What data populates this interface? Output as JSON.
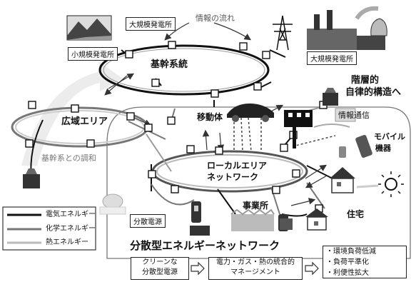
{
  "labels": {
    "large_plant_1": "大規模発電所",
    "info_flow": "情報の流れ",
    "small_plant": "小規模発電所",
    "large_plant_2": "大規模発電所",
    "backbone": "基幹系統",
    "hierarchical_1": "階層的",
    "hierarchical_2": "自律的構造へ",
    "wide_area": "広域エリア",
    "mobile_body": "移動体",
    "info_comm": "情報通信",
    "mobile_device_1": "モバイル",
    "mobile_device_2": "機器",
    "harmony": "基幹系との調和",
    "local_area_1": "ローカルエリア",
    "local_area_2": "ネットワーク",
    "office": "事業所",
    "distributed_source": "分散電源",
    "house": "住宅",
    "distributed_network": "分散型エネルギーネットワーク"
  },
  "legend": [
    {
      "label": "電気エネルギー",
      "color": "#111111"
    },
    {
      "label": "化学エネルギー",
      "color": "#777777"
    },
    {
      "label": "熱エネルギー",
      "color": "#bbbbbb"
    }
  ],
  "bottom": {
    "box1_line1": "クリーンな",
    "box1_line2": "分散型電源",
    "box2_line1": "電力・ガス・熱の統合的",
    "box2_line2": "マネージメント",
    "results": [
      "・環境負荷低減",
      "・負荷平準化",
      "・利便性拡大"
    ]
  }
}
